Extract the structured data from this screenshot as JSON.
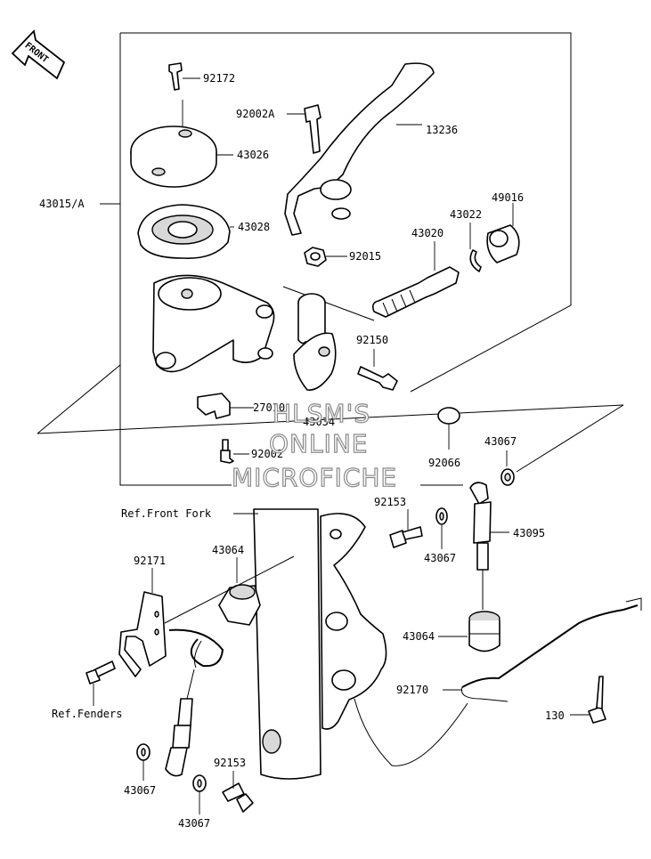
{
  "front_badge": "FRONT",
  "parts": {
    "p92172": "92172",
    "p92002A": "92002A",
    "p13236": "13236",
    "p43026": "43026",
    "p43015A": "43015/A",
    "p43028": "43028",
    "p43022": "43022",
    "p49016": "49016",
    "p43020": "43020",
    "p92015": "92015",
    "p92150": "92150",
    "p27010": "27010",
    "p43034": "43034",
    "p92002": "92002",
    "p92066": "92066",
    "p43067_a": "43067",
    "p92153_a": "92153",
    "p43067_b": "43067",
    "p43095": "43095",
    "p92171": "92171",
    "p43064_a": "43064",
    "p43064_b": "43064",
    "p92170": "92170",
    "p130": "130",
    "p92153_b": "92153",
    "p43067_c": "43067",
    "p43067_d": "43067"
  },
  "refs": {
    "front_fork": "Ref.Front Fork",
    "fenders": "Ref.Fenders"
  },
  "watermark": {
    "line1": "HLSM'S",
    "line2": "ONLINE",
    "line3": "MICROFICHE"
  }
}
